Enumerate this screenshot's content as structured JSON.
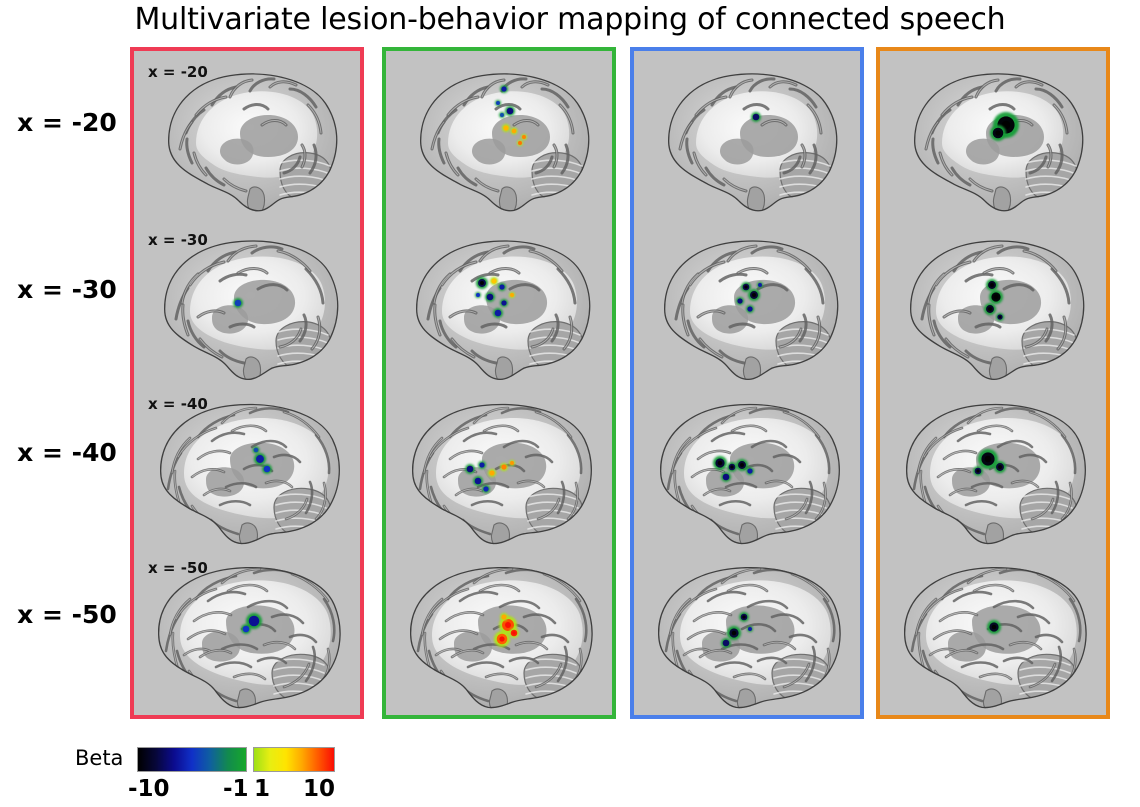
{
  "figure": {
    "title": "Multivariate lesion-behavior mapping of connected speech",
    "background_color": "#ffffff",
    "panel_background": "#c2c2c2"
  },
  "row_labels": [
    {
      "label": "x = -20"
    },
    {
      "label": "x = -30"
    },
    {
      "label": "x = -40"
    },
    {
      "label": "x = -50"
    }
  ],
  "columns": [
    {
      "border_color": "#ef3b54",
      "panel_tags": [
        "x = -20",
        "x = -30",
        "x = -40",
        "x = -50"
      ]
    },
    {
      "border_color": "#34b53a",
      "panel_tags": [
        "",
        "",
        "",
        ""
      ]
    },
    {
      "border_color": "#4a7fea",
      "panel_tags": [
        "",
        "",
        "",
        ""
      ]
    },
    {
      "border_color": "#e88819",
      "panel_tags": [
        "",
        "",
        "",
        ""
      ]
    }
  ],
  "legend": {
    "title": "Beta",
    "negative": {
      "min_label": "-10",
      "max_label": "-1",
      "stops": [
        "#000000",
        "#07073a",
        "#0b0b8e",
        "#1030c8",
        "#0f5fa0",
        "#128a4e",
        "#17a82a"
      ]
    },
    "positive": {
      "min_label": "1",
      "max_label": "10",
      "stops": [
        "#9fe016",
        "#e8ee12",
        "#ffe400",
        "#ffa800",
        "#ff5a00",
        "#fa0d05"
      ]
    }
  },
  "chart_data": {
    "type": "heatmap",
    "title": "Multivariate lesion-behavior mapping of connected speech",
    "subtitle": "",
    "xlabel": "",
    "ylabel": "",
    "colorbar_label": "Beta",
    "colorbar_negative_range": [
      -10,
      -1
    ],
    "colorbar_positive_range": [
      1,
      10
    ],
    "slice_axis": "sagittal",
    "slice_coordinates": [
      "x = -20",
      "x = -30",
      "x = -40",
      "x = -50"
    ],
    "panel_outline_colors": [
      "#ef3b54",
      "#34b53a",
      "#4a7fea",
      "#e88819"
    ],
    "grid": false,
    "legend_position": "bottom-left",
    "clusters": [
      {
        "column": 0,
        "row": 0,
        "count": 0,
        "polarity": "none",
        "peak_beta": 0
      },
      {
        "column": 0,
        "row": 1,
        "count": 1,
        "polarity": "negative",
        "peak_beta": -2
      },
      {
        "column": 0,
        "row": 2,
        "count": 2,
        "polarity": "negative",
        "peak_beta": -4
      },
      {
        "column": 0,
        "row": 3,
        "count": 1,
        "polarity": "negative",
        "peak_beta": -5
      },
      {
        "column": 1,
        "row": 0,
        "count": 5,
        "polarity": "mixed",
        "peak_beta": 6
      },
      {
        "column": 1,
        "row": 1,
        "count": 6,
        "polarity": "mixed",
        "peak_beta": 7
      },
      {
        "column": 1,
        "row": 2,
        "count": 6,
        "polarity": "mixed",
        "peak_beta": 7
      },
      {
        "column": 1,
        "row": 3,
        "count": 3,
        "polarity": "positive",
        "peak_beta": 10
      },
      {
        "column": 2,
        "row": 0,
        "count": 1,
        "polarity": "negative",
        "peak_beta": -6
      },
      {
        "column": 2,
        "row": 1,
        "count": 4,
        "polarity": "negative",
        "peak_beta": -8
      },
      {
        "column": 2,
        "row": 2,
        "count": 4,
        "polarity": "negative",
        "peak_beta": -9
      },
      {
        "column": 2,
        "row": 3,
        "count": 3,
        "polarity": "negative",
        "peak_beta": -8
      },
      {
        "column": 3,
        "row": 0,
        "count": 1,
        "polarity": "negative",
        "peak_beta": -10
      },
      {
        "column": 3,
        "row": 1,
        "count": 3,
        "polarity": "negative",
        "peak_beta": -10
      },
      {
        "column": 3,
        "row": 2,
        "count": 2,
        "polarity": "negative",
        "peak_beta": -10
      },
      {
        "column": 3,
        "row": 3,
        "count": 1,
        "polarity": "negative",
        "peak_beta": -9
      }
    ]
  }
}
